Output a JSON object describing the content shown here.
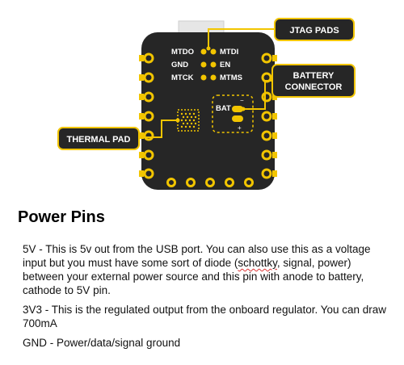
{
  "diagram": {
    "labels": {
      "jtag_pads": "JTAG PADS",
      "battery_connector_line1": "BATTERY",
      "battery_connector_line2": "CONNECTOR",
      "thermal_pad": "THERMAL PAD"
    },
    "board_pins": {
      "mtdo": "MTDO",
      "mtdi": "MTDI",
      "gnd": "GND",
      "en": "EN",
      "mtck": "MTCK",
      "mtms": "MTMS",
      "bat": "BAT",
      "minus": "−",
      "plus": "+"
    },
    "colors": {
      "board": "#262626",
      "gold": "#f2c500",
      "label_bg": "#262626",
      "label_text": "#ffffff"
    }
  },
  "section": {
    "title": "Power Pins",
    "para_5v_before": "5V - This is 5v out from the USB port. You can also use this as a voltage input but you must have some sort of diode (",
    "para_5v_squiggle": "schottky",
    "para_5v_after": ", signal, power) between your external power source and this pin with anode to battery, cathode to 5V pin.",
    "para_3v3": "3V3 - This is the regulated output from the onboard regulator. You can draw 700mA",
    "para_gnd": "GND - Power/data/signal ground"
  }
}
